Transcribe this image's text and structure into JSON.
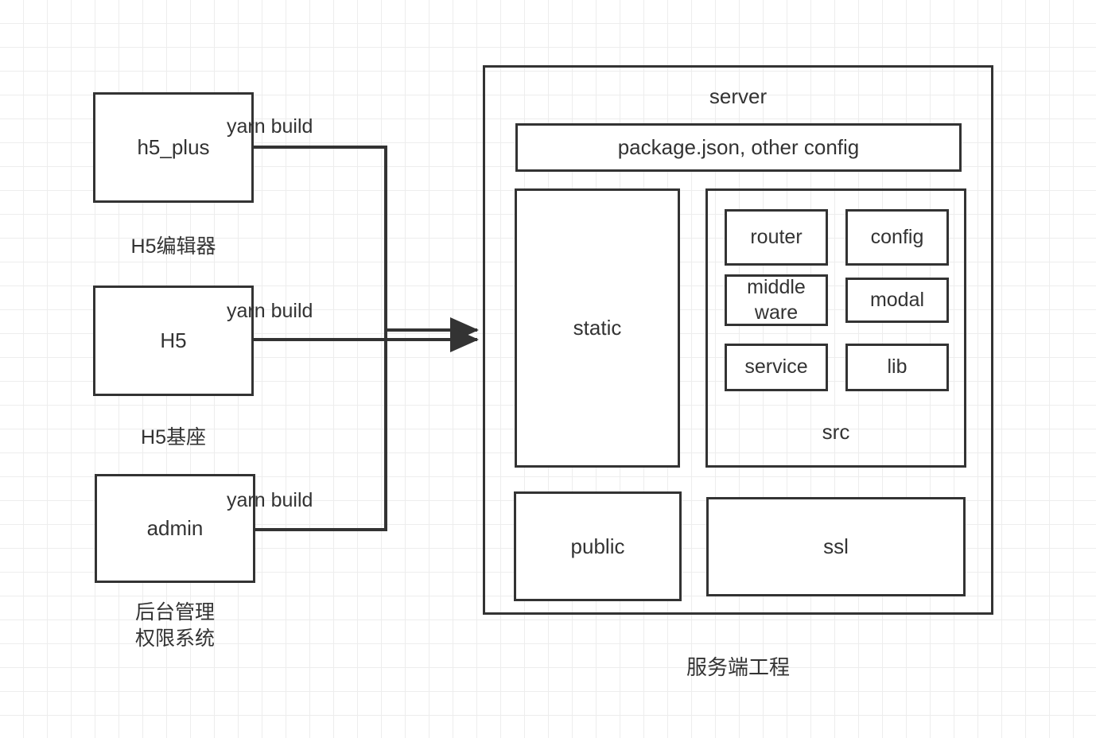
{
  "diagram": {
    "title_note": "",
    "stroke_color": "#333333",
    "grid_color": "#ededed",
    "background": "#ffffff"
  },
  "left_modules": [
    {
      "name": "h5_plus",
      "caption": "H5编辑器",
      "edge_label": "yarn build"
    },
    {
      "name": "H5",
      "caption": "H5基座",
      "edge_label": "yarn build"
    },
    {
      "name": "admin",
      "caption": "后台管理\n权限系统",
      "edge_label": "yarn build"
    }
  ],
  "server": {
    "title": "server",
    "caption": "服务端工程",
    "config_box": "package.json, other config",
    "static_box": "static",
    "src": {
      "title": "src",
      "items": [
        "router",
        "config",
        "middle\nware",
        "modal",
        "service",
        "lib"
      ]
    },
    "bottom_boxes": [
      "public",
      "ssl"
    ]
  }
}
